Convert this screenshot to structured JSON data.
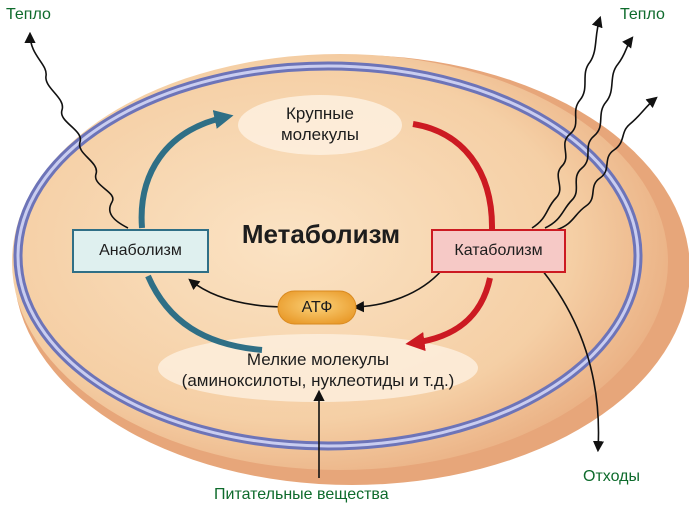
{
  "labels": {
    "heat_left": "Тепло",
    "heat_right": "Тепло",
    "large_molecules_line1": "Крупные",
    "large_molecules_line2": "молекулы",
    "metabolism": "Метаболизм",
    "anabolism": "Анаболизм",
    "catabolism": "Катаболизм",
    "atp": "АТФ",
    "small_molecules_line1": "Мелкие молекулы",
    "small_molecules_line2": "(аминоксилоты, нуклеотиды и т.д.)",
    "waste": "Отходы",
    "nutrients": "Питательные вещества"
  },
  "colors": {
    "cell_fill": "#f7d2a8",
    "membrane": "#6d74b8",
    "anabolism_arrow": "#2f6f86",
    "catabolism_arrow": "#cc1a22",
    "anabolism_box_fill": "#dff0ef",
    "catabolism_box_fill": "#f6c9c6",
    "atp_fill": "#f2a93b",
    "label_green": "#0e6b2c"
  }
}
